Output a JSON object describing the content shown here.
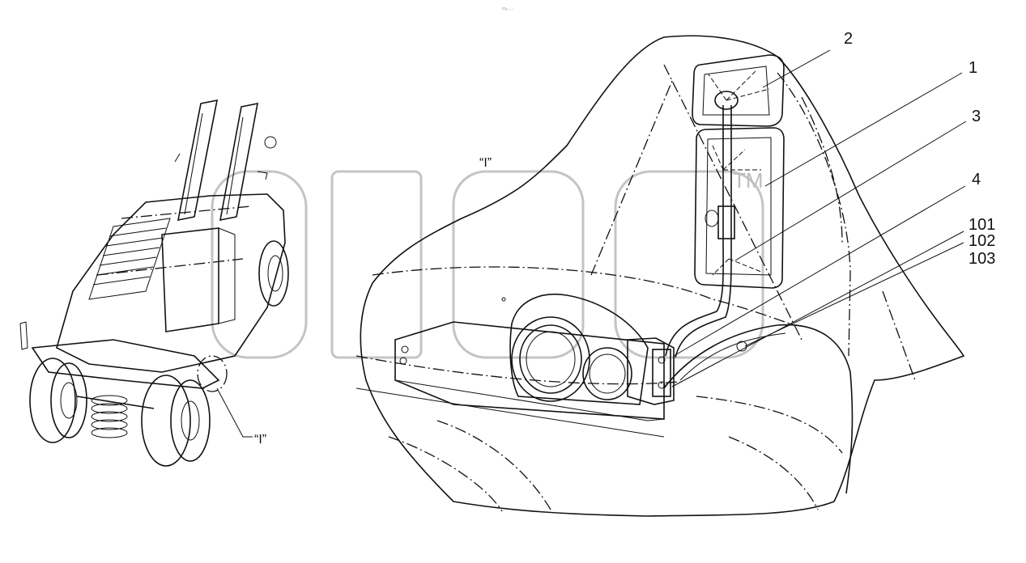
{
  "header": {
    "small_text": "▭₂ ‥‥"
  },
  "views": {
    "left_view_label": "“I”",
    "detail_view_label": "“I”"
  },
  "callouts": [
    {
      "label": "2"
    },
    {
      "label": "1"
    },
    {
      "label": "3"
    },
    {
      "label": "4"
    },
    {
      "label": "101"
    },
    {
      "label": "102"
    },
    {
      "label": "103"
    }
  ],
  "watermark": {
    "mark": "TM"
  },
  "colors": {
    "line": "#111111",
    "watermark": "#bdbdbd",
    "background": "#ffffff"
  }
}
